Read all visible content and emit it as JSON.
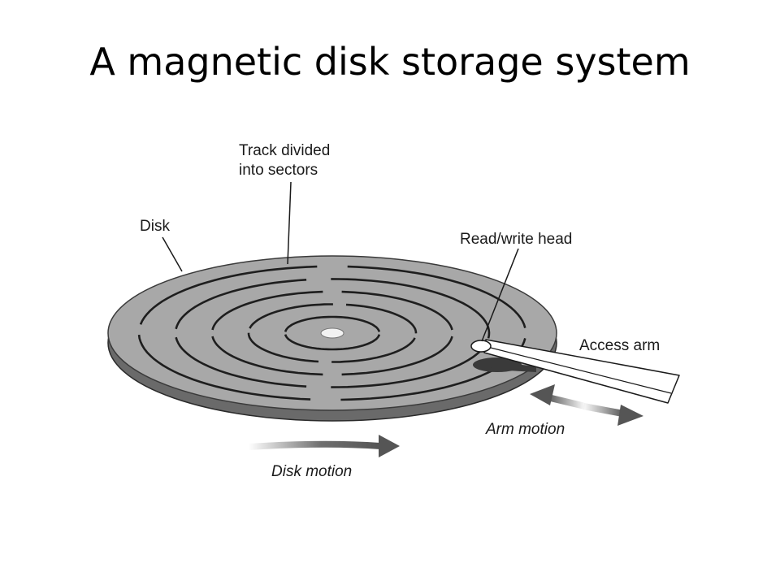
{
  "title": "A magnetic disk storage system",
  "labels": {
    "track_line1": "Track divided",
    "track_line2": "into sectors",
    "disk": "Disk",
    "read_write_head": "Read/write head",
    "access_arm": "Access arm",
    "arm_motion": "Arm motion",
    "disk_motion": "Disk motion"
  },
  "colors": {
    "disk_surface": "#a8a8a8",
    "disk_edge": "#6a6a6a",
    "track": "#1e1e1e",
    "arrow": "#555555",
    "arm_body": "#ffffff",
    "shadow": "#3a3a3a"
  },
  "icons": [
    "hub-icon",
    "disk-motion-arrow-icon",
    "arm-motion-arrow-icon"
  ]
}
